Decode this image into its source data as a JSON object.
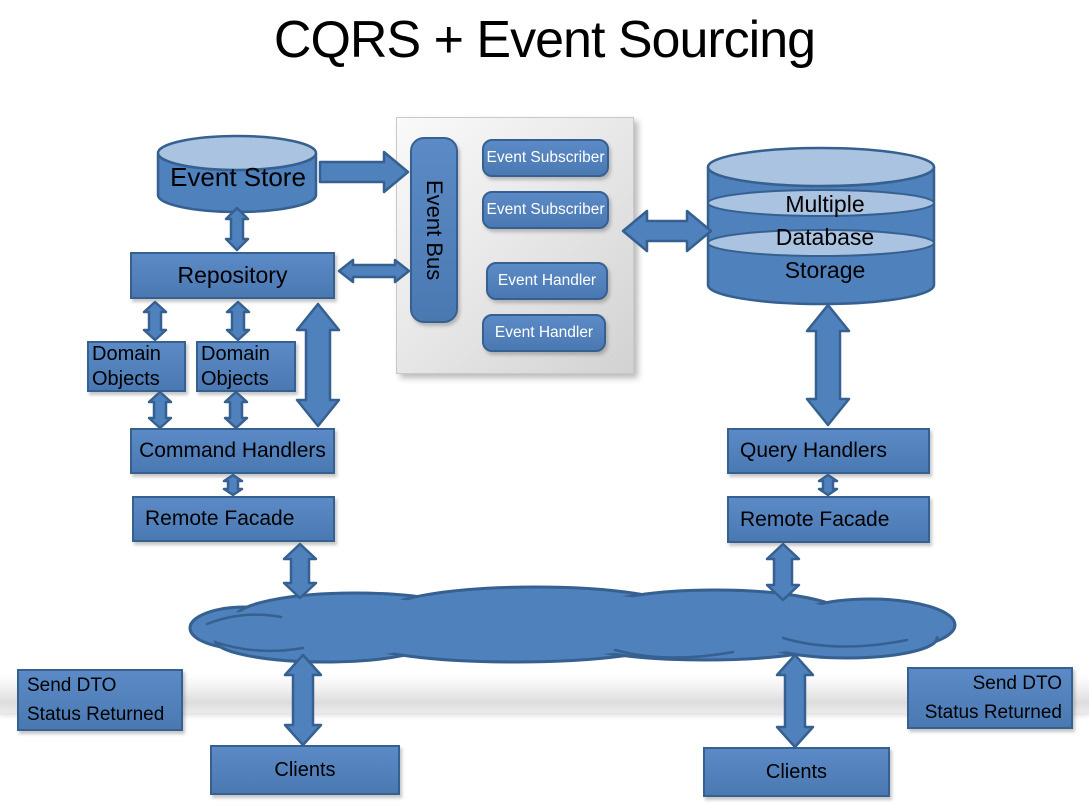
{
  "title": "CQRS + Event Sourcing",
  "event_store": {
    "label": "Event Store"
  },
  "event_bus_panel": {
    "bus_label": "Event Bus",
    "subscribers": [
      "Event Subscriber",
      "Event Subscriber"
    ],
    "handlers": [
      "Event Handler",
      "Event Handler"
    ]
  },
  "database": {
    "label": "Multiple Database Storage"
  },
  "left_column": {
    "repository": "Repository",
    "domain_objects": [
      "Domain Objects",
      "Domain Objects"
    ],
    "command_handlers": "Command Handlers",
    "remote_facade": "Remote Facade",
    "clients": "Clients",
    "send_dto_line1": "Send DTO",
    "send_dto_line2": "Status Returned"
  },
  "right_column": {
    "query_handlers": "Query Handlers",
    "remote_facade": "Remote Facade",
    "clients": "Clients",
    "send_dto_line1": "Send DTO",
    "send_dto_line2": "Status Returned"
  },
  "colors": {
    "shape_fill": "#4f81bd",
    "shape_fill_dark": "#4a79b2",
    "shape_border": "#36608f",
    "cylinder_cap": "#a9c3e1",
    "panel_gray": "#e0e0e0",
    "label_text": "#000000",
    "inverse_text": "#ffffff"
  }
}
